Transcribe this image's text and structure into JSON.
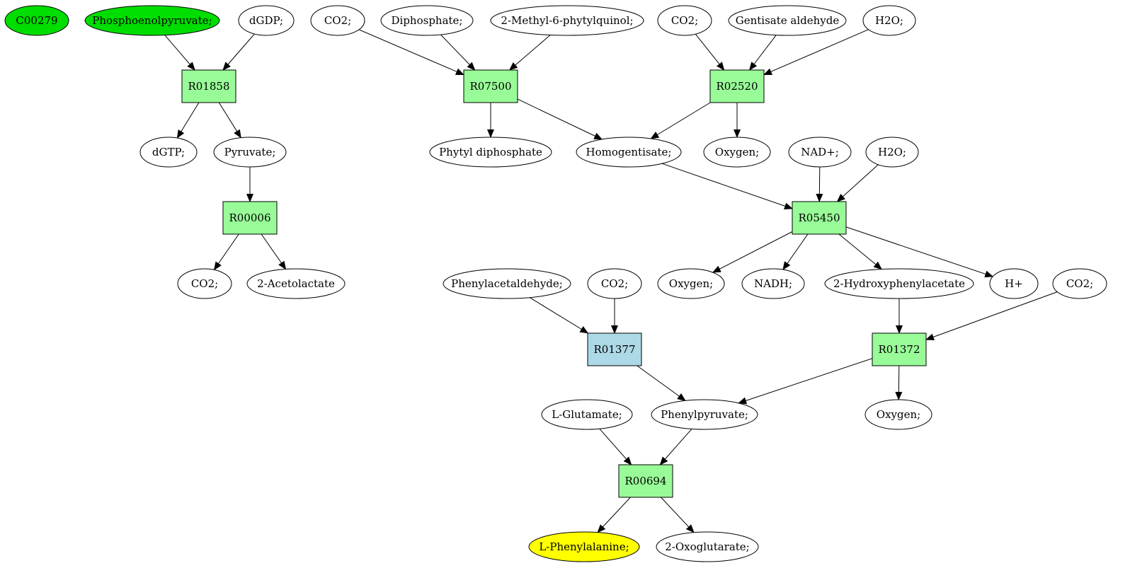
{
  "colors": {
    "compound": "#ffffff",
    "compound_start": "#00dd00",
    "compound_target": "#ffff00",
    "reaction": "#98fb98",
    "reaction_alt": "#add8e6"
  },
  "nodes": [
    {
      "id": "c00279",
      "kind": "compound",
      "label": "C00279",
      "style": "start"
    },
    {
      "id": "pep",
      "kind": "compound",
      "label": "Phosphoenolpyruvate;",
      "style": "start"
    },
    {
      "id": "dgdp",
      "kind": "compound",
      "label": "dGDP;"
    },
    {
      "id": "co2_a",
      "kind": "compound",
      "label": "CO2;"
    },
    {
      "id": "diphosphate",
      "kind": "compound",
      "label": "Diphosphate;"
    },
    {
      "id": "mpq",
      "kind": "compound",
      "label": "2-Methyl-6-phytylquinol;"
    },
    {
      "id": "co2_b",
      "kind": "compound",
      "label": "CO2;"
    },
    {
      "id": "gentisate",
      "kind": "compound",
      "label": "Gentisate aldehyde"
    },
    {
      "id": "h2o_a",
      "kind": "compound",
      "label": "H2O;"
    },
    {
      "id": "r01858",
      "kind": "reaction",
      "label": "R01858"
    },
    {
      "id": "r07500",
      "kind": "reaction",
      "label": "R07500"
    },
    {
      "id": "r02520",
      "kind": "reaction",
      "label": "R02520"
    },
    {
      "id": "dgtp",
      "kind": "compound",
      "label": "dGTP;"
    },
    {
      "id": "pyruvate",
      "kind": "compound",
      "label": "Pyruvate;"
    },
    {
      "id": "phytyl",
      "kind": "compound",
      "label": "Phytyl diphosphate"
    },
    {
      "id": "homogentisate",
      "kind": "compound",
      "label": "Homogentisate;"
    },
    {
      "id": "oxygen_a",
      "kind": "compound",
      "label": "Oxygen;"
    },
    {
      "id": "nad",
      "kind": "compound",
      "label": "NAD+;"
    },
    {
      "id": "h2o_b",
      "kind": "compound",
      "label": "H2O;"
    },
    {
      "id": "r00006",
      "kind": "reaction",
      "label": "R00006"
    },
    {
      "id": "r05450",
      "kind": "reaction",
      "label": "R05450"
    },
    {
      "id": "co2_c",
      "kind": "compound",
      "label": "CO2;"
    },
    {
      "id": "acetolactate",
      "kind": "compound",
      "label": "2-Acetolactate"
    },
    {
      "id": "phenylacetaldehyde",
      "kind": "compound",
      "label": "Phenylacetaldehyde;"
    },
    {
      "id": "co2_d",
      "kind": "compound",
      "label": "CO2;"
    },
    {
      "id": "oxygen_b",
      "kind": "compound",
      "label": "Oxygen;"
    },
    {
      "id": "nadh",
      "kind": "compound",
      "label": "NADH;"
    },
    {
      "id": "hpa",
      "kind": "compound",
      "label": "2-Hydroxyphenylacetate"
    },
    {
      "id": "hplus",
      "kind": "compound",
      "label": "H+"
    },
    {
      "id": "co2_e",
      "kind": "compound",
      "label": "CO2;"
    },
    {
      "id": "r01377",
      "kind": "reaction",
      "label": "R01377",
      "style": "alt"
    },
    {
      "id": "r01372",
      "kind": "reaction",
      "label": "R01372"
    },
    {
      "id": "glutamate",
      "kind": "compound",
      "label": "L-Glutamate;"
    },
    {
      "id": "phenylpyruvate",
      "kind": "compound",
      "label": "Phenylpyruvate;"
    },
    {
      "id": "oxygen_c",
      "kind": "compound",
      "label": "Oxygen;"
    },
    {
      "id": "r00694",
      "kind": "reaction",
      "label": "R00694"
    },
    {
      "id": "phenylalanine",
      "kind": "compound",
      "label": "L-Phenylalanine;",
      "style": "target"
    },
    {
      "id": "oxoglutarate",
      "kind": "compound",
      "label": "2-Oxoglutarate;"
    }
  ],
  "edges": [
    {
      "from": "pep",
      "to": "r01858"
    },
    {
      "from": "dgdp",
      "to": "r01858"
    },
    {
      "from": "r01858",
      "to": "dgtp"
    },
    {
      "from": "r01858",
      "to": "pyruvate"
    },
    {
      "from": "pyruvate",
      "to": "r00006"
    },
    {
      "from": "r00006",
      "to": "co2_c"
    },
    {
      "from": "r00006",
      "to": "acetolactate"
    },
    {
      "from": "co2_a",
      "to": "r07500"
    },
    {
      "from": "diphosphate",
      "to": "r07500"
    },
    {
      "from": "mpq",
      "to": "r07500"
    },
    {
      "from": "r07500",
      "to": "phytyl"
    },
    {
      "from": "r07500",
      "to": "homogentisate"
    },
    {
      "from": "co2_b",
      "to": "r02520"
    },
    {
      "from": "gentisate",
      "to": "r02520"
    },
    {
      "from": "h2o_a",
      "to": "r02520"
    },
    {
      "from": "r02520",
      "to": "homogentisate"
    },
    {
      "from": "r02520",
      "to": "oxygen_a"
    },
    {
      "from": "homogentisate",
      "to": "r05450"
    },
    {
      "from": "nad",
      "to": "r05450"
    },
    {
      "from": "h2o_b",
      "to": "r05450"
    },
    {
      "from": "r05450",
      "to": "oxygen_b"
    },
    {
      "from": "r05450",
      "to": "nadh"
    },
    {
      "from": "r05450",
      "to": "hpa"
    },
    {
      "from": "r05450",
      "to": "hplus"
    },
    {
      "from": "phenylacetaldehyde",
      "to": "r01377"
    },
    {
      "from": "co2_d",
      "to": "r01377"
    },
    {
      "from": "r01377",
      "to": "phenylpyruvate"
    },
    {
      "from": "hpa",
      "to": "r01372"
    },
    {
      "from": "co2_e",
      "to": "r01372"
    },
    {
      "from": "r01372",
      "to": "phenylpyruvate"
    },
    {
      "from": "r01372",
      "to": "oxygen_c"
    },
    {
      "from": "glutamate",
      "to": "r00694"
    },
    {
      "from": "phenylpyruvate",
      "to": "r00694"
    },
    {
      "from": "r00694",
      "to": "phenylalanine"
    },
    {
      "from": "r00694",
      "to": "oxoglutarate"
    }
  ]
}
